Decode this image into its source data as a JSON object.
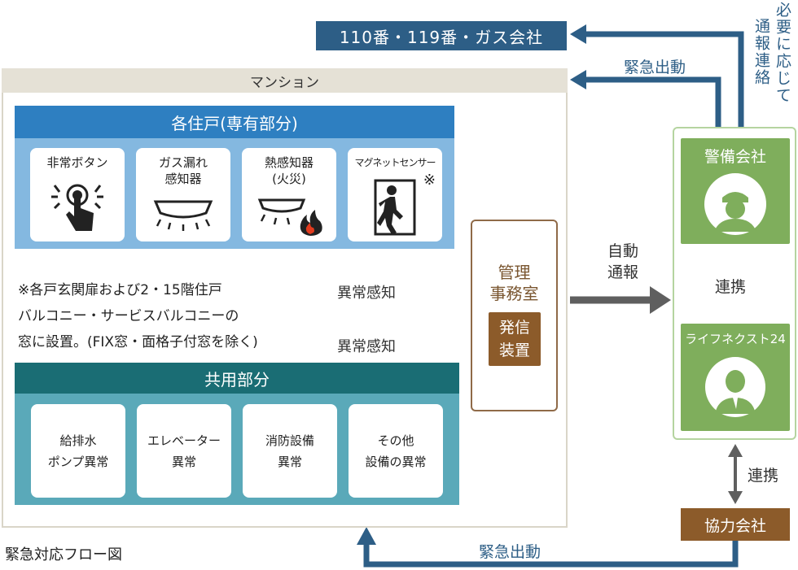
{
  "top_box": "110番・119番・ガス会社",
  "mansion_title": "マンション",
  "private": {
    "title": "各住戸(専有部分)",
    "items": [
      {
        "label1": "非常ボタン",
        "label2": "",
        "icon": "emergency-button-icon"
      },
      {
        "label1": "ガス漏れ",
        "label2": "感知器",
        "icon": "gas-detector-icon"
      },
      {
        "label1": "熱感知器",
        "label2": "(火災)",
        "icon": "heat-detector-icon"
      },
      {
        "label1": "マグネットセンサー",
        "label2": "※",
        "icon": "magnet-sensor-icon"
      }
    ]
  },
  "note": {
    "line1": "※各戸玄関扉および2・15階住戸",
    "line2": "バルコニー・サービスバルコニーの",
    "line3": "窓に設置。(FIX窓・面格子付窓を除く)"
  },
  "anomaly_label": "異常感知",
  "common": {
    "title": "共用部分",
    "items": [
      {
        "label1": "給排水",
        "label2": "ポンプ異常"
      },
      {
        "label1": "エレベーター",
        "label2": "異常"
      },
      {
        "label1": "消防設備",
        "label2": "異常"
      },
      {
        "label1": "その他",
        "label2": "設備の異常"
      }
    ]
  },
  "management": {
    "line1": "管理",
    "line2": "事務室",
    "device1": "発信",
    "device2": "装置"
  },
  "auto_report": {
    "line1": "自動",
    "line2": "通報"
  },
  "security_company": "警備会社",
  "lifenext": "ライフネクスト24",
  "cooperation": "連携",
  "partner": "協力会社",
  "emergency_dispatch": "緊急出動",
  "contact_note": {
    "col1": "必要に応じて",
    "col2": "通報連絡"
  },
  "caption": "緊急対応フロー図",
  "colors": {
    "navy": "#2d5e86",
    "blue": "#2e7fc1",
    "teal": "#1a6d74",
    "green": "#7fae5c",
    "brown": "#8c5b2a",
    "arrow_gray": "#5f5f5f"
  }
}
